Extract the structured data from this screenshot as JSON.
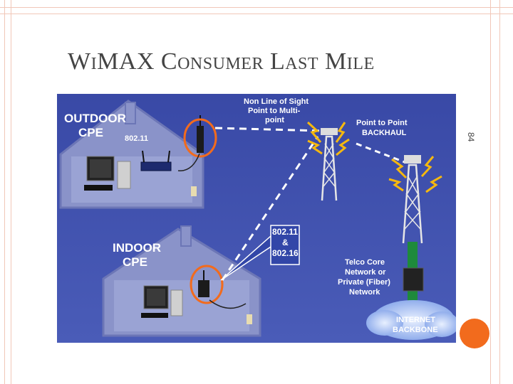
{
  "slide": {
    "title": "WiMAX Consumer Last Mile",
    "page_number": "84"
  },
  "diagram": {
    "outdoor_label_1": "OUTDOOR",
    "outdoor_label_2": "CPE",
    "indoor_label_1": "INDOOR",
    "indoor_label_2": "CPE",
    "wifi_label": "802.11",
    "nlos_line1": "Non Line of Sight",
    "nlos_line2": "Point to Multi-",
    "nlos_line3": "point",
    "p2p_line1": "Point to Point",
    "p2p_line2": "BACKHAUL",
    "std_line1": "802.11",
    "std_line2": "&",
    "std_line3": "802.16",
    "telco_line1": "Telco Core",
    "telco_line2": "Network or",
    "telco_line3": "Private (Fiber)",
    "telco_line4": "Network",
    "internet_line1": "INTERNET",
    "internet_line2": "BACKBONE"
  },
  "colors": {
    "background": "#3f4fa8",
    "house": "#8a93c9",
    "accent_orange": "#f26b1d",
    "tower_green": "#1e8a3c",
    "lightning": "#f5b80f"
  }
}
